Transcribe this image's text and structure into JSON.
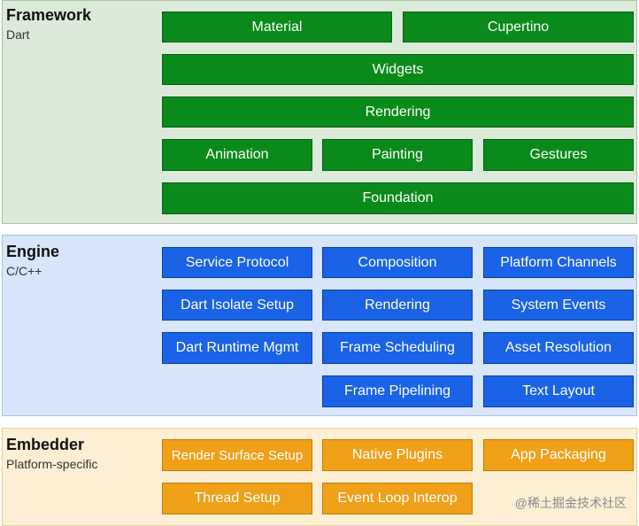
{
  "framework": {
    "title": "Framework",
    "subtitle": "Dart",
    "boxes": {
      "material": "Material",
      "cupertino": "Cupertino",
      "widgets": "Widgets",
      "rendering": "Rendering",
      "animation": "Animation",
      "painting": "Painting",
      "gestures": "Gestures",
      "foundation": "Foundation"
    },
    "color": "#0a8a1a"
  },
  "engine": {
    "title": "Engine",
    "subtitle": "C/C++",
    "boxes": {
      "service_protocol": "Service Protocol",
      "composition": "Composition",
      "platform_channels": "Platform Channels",
      "dart_isolate_setup": "Dart Isolate Setup",
      "rendering": "Rendering",
      "system_events": "System Events",
      "dart_runtime_mgmt": "Dart Runtime Mgmt",
      "frame_scheduling": "Frame Scheduling",
      "asset_resolution": "Asset Resolution",
      "frame_pipelining": "Frame Pipelining",
      "text_layout": "Text Layout"
    },
    "color": "#1a62e6"
  },
  "embedder": {
    "title": "Embedder",
    "subtitle": "Platform-specific",
    "boxes": {
      "render_surface_setup": "Render Surface Setup",
      "native_plugins": "Native Plugins",
      "app_packaging": "App Packaging",
      "thread_setup": "Thread Setup",
      "event_loop_interop": "Event Loop Interop"
    },
    "color": "#f0a019"
  },
  "watermark": "@稀土掘金技术社区"
}
